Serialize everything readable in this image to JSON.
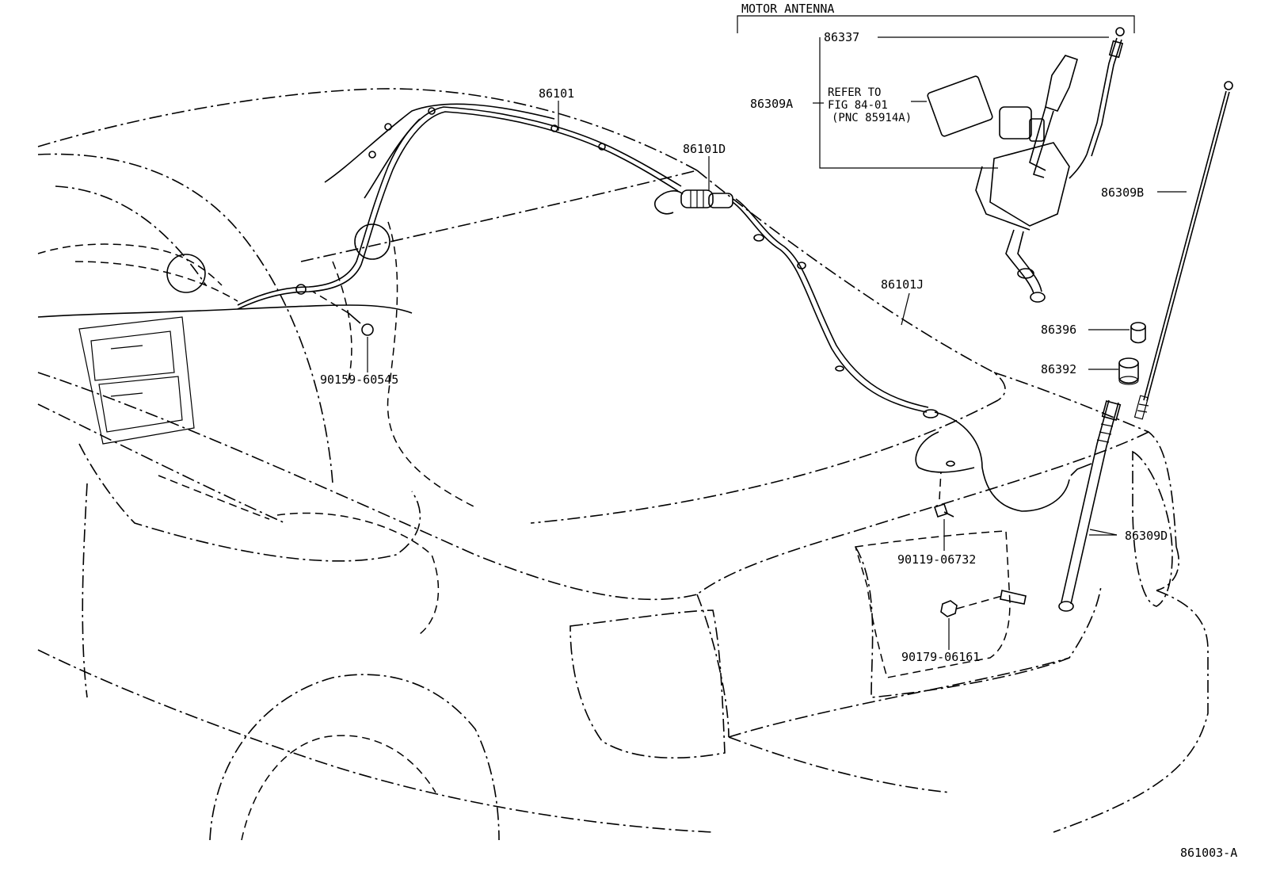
{
  "group_title": "MOTOR ANTENNA",
  "figure_code": "861003-A",
  "refer_note": [
    "REFER TO",
    "FIG 84-01",
    "(PNC 85914A)"
  ],
  "part_labels": {
    "p86337": "86337",
    "p86309A": "86309A",
    "p86101": "86101",
    "p86101D": "86101D",
    "p86101J": "86101J",
    "p86309B": "86309B",
    "p86396": "86396",
    "p86392": "86392",
    "p86309D": "86309D",
    "p90159": "90159-60545",
    "p90119": "90119-06732",
    "p90179": "90179-06161"
  }
}
